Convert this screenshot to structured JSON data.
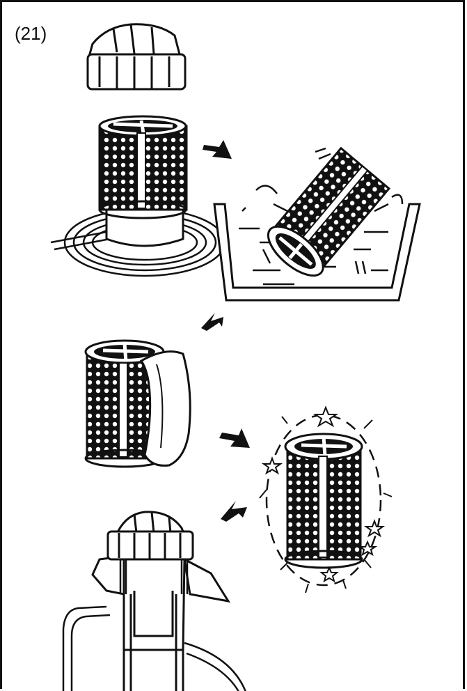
{
  "figure": {
    "label": "(21)"
  },
  "illustration": {
    "steps": [
      "remove-cap",
      "wash-strainer-in-water",
      "wipe-strainer-with-cloth",
      "clean-strainer",
      "reinstall-strainer-and-cap"
    ],
    "colors": {
      "ink": "#111111",
      "paper": "#ffffff"
    }
  }
}
